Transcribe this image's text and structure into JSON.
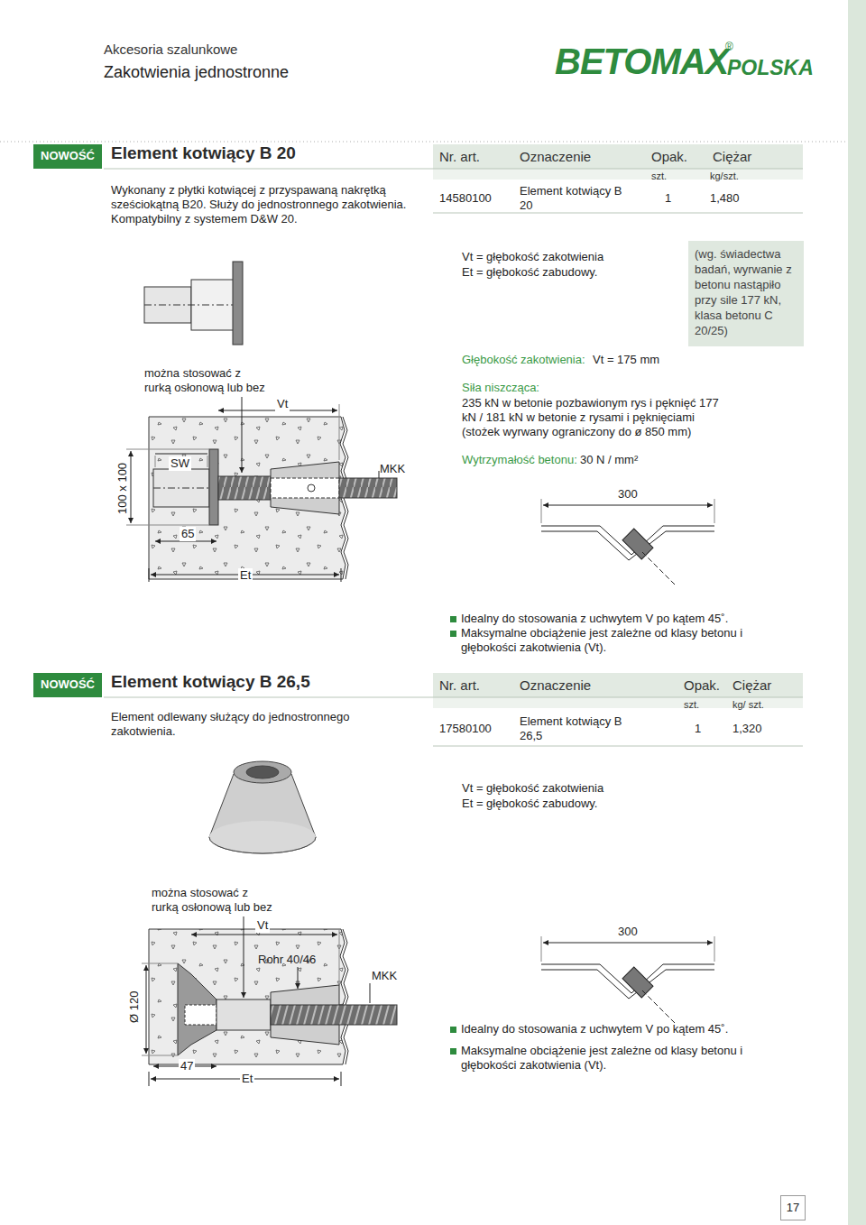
{
  "diagram": {
    "title": "Zakotwienia jednostronne",
    "nodes": [
      {
        "text": [
          "NOWOŚĆ"
        ]
      },
      {
        "text": [
          "(wg. świadectwa badań, wyrwanie z betonu nastąpiło przy sile 177 kN, klasa betonu C 20/25)"
        ]
      },
      {
        "text": [
          "NOWOŚĆ"
        ]
      },
      {
        "text": [
          "17"
        ]
      }
    ],
    "labels": [
      "Akcesoria szalunkowe",
      "BETOMAX",
      "®",
      "POLSKA",
      "Element kotwiący B 20",
      "Nr. art.",
      "Oznaczenie",
      "Opak.",
      "Ciężar",
      "Wykonany z płytki kotwiącej z przyspawaną nakrętką sześciokątną B20. Służy do jednostronnego zakotwienia. Kompatybilny z systemem D&W 20.",
      "szt.",
      "kg/szt.",
      "14580100",
      "Element kotwiący B 20",
      "1",
      "1,480",
      "Vt = głębokość zakotwienia",
      "Et = głębokość zabudowy.",
      "można stosować z rurką osłonową lub bez",
      "Vt",
      "SW",
      "MKK",
      "100 x 100",
      "65",
      "Et",
      "Głębokość zakotwienia:",
      "Vt = 175 mm",
      "Siła niszcząca:",
      "235 kN w betonie pozbawionym rys i pęknięć 177 kN / 181 kN w betonie z rysami i pęknięciami (stożek wyrwany ograniczony do ø 850 mm)",
      "Wytrzymałość betonu:",
      "30 N / mm²",
      "300",
      "Idealny do stosowania z uchwytem V po kątem 45˚.",
      "Maksymalne obciążenie jest zależne od klasy betonu i głębokości zakotwienia (Vt).",
      "Element kotwiący B 26,5",
      "Nr. art.",
      "Oznaczenie",
      "Opak.",
      "Ciężar",
      "Element odlewany służący do jednostronnego zakotwienia.",
      "szt.",
      "kg/ szt.",
      "17580100",
      "Element kotwiący B 26,5",
      "1",
      "1,320",
      "Vt = głębokość zakotwienia",
      "Et = głębokość zabudowy.",
      "można stosować z rurką osłonową lub bez",
      "Vt",
      "Rohr 40/46",
      "MKK",
      "Ø 120",
      "47",
      "Et",
      "300",
      "Idealny do stosowania z uchwytem V po kątem 45˚.",
      "Maksymalne obciążenie jest zależne od klasy betonu i głębokości zakotwienia (Vt)."
    ]
  }
}
